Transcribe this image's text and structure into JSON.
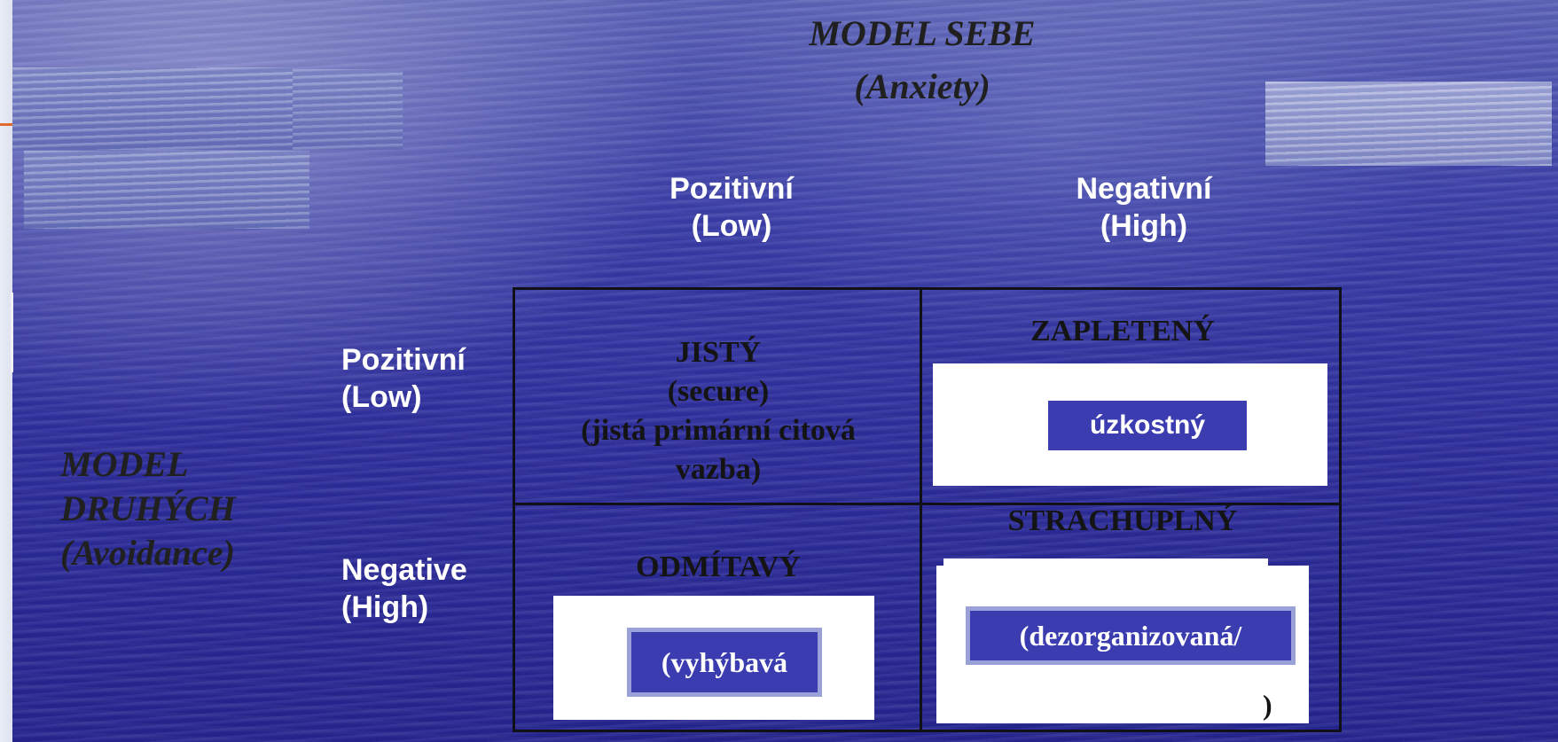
{
  "diagram": {
    "title": [
      "MODEL SEBE",
      "(Anxiety)"
    ],
    "columns": [
      {
        "label": [
          "Pozitivní",
          "(Low)"
        ]
      },
      {
        "label": [
          "Negativní",
          "(High)"
        ]
      }
    ],
    "rows": [
      {
        "label": [
          "Pozitivní",
          "(Low)"
        ]
      },
      {
        "label": [
          "Negative",
          "(High)"
        ]
      }
    ],
    "side_label": [
      "MODEL",
      "DRUHÝCH",
      "(Avoidance)"
    ],
    "cells": {
      "secure": [
        "JISTÝ",
        "(secure)",
        "(jistá primární citová",
        "vazba)"
      ],
      "preoccupied": {
        "title": "ZAPLETENÝ",
        "tag": "úzkostný"
      },
      "dismissing": {
        "title": "ODMÍTAVÝ",
        "tag": "(vyhýbavá"
      },
      "fearful": {
        "title": "STRACHUPLNÝ",
        "tag": "(dezorganizovaná/",
        "trail": ")"
      }
    }
  },
  "colors": {
    "background": "#2f2f9d",
    "accent": "#e2692b",
    "tag_fill": "#3b3cb0",
    "grid_line": "#101018"
  }
}
